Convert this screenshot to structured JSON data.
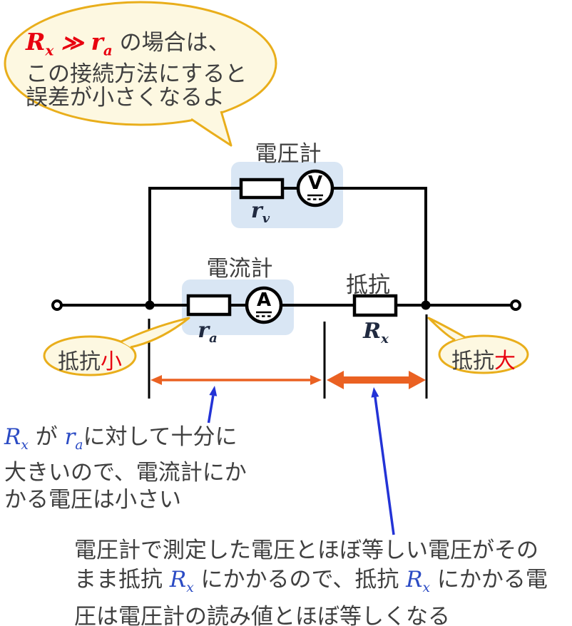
{
  "colors": {
    "bubble_fill": "#FDF8E1",
    "bubble_border": "#E9AE1B",
    "meter_highlight_blue": "#D9E6F4",
    "red_accent": "#E8000F",
    "math_blue": "#2B4BC4",
    "math_navy": "#202A40",
    "body_text_gray": "#3F3F3F",
    "range_arrow_orange": "#EA6122",
    "pointer_arrow_blue": "#2333D6",
    "wire_black": "#000000"
  },
  "bubble_top": {
    "math_rx": "R",
    "math_rx_sub": "x",
    "math_rel": " ≫ ",
    "math_ra": "r",
    "math_ra_sub": "a",
    "line1_rest": " の場合は、",
    "line2": "この接続方法にすると",
    "line3": "誤差が小さくなるよ"
  },
  "circuit": {
    "voltmeter_label": "電圧計",
    "voltmeter_symbol": "V",
    "rv_base": "r",
    "rv_sub": "v",
    "ammeter_label": "電流計",
    "ammeter_symbol": "A",
    "ra_base": "r",
    "ra_sub": "a",
    "resistor_label": "抵抗",
    "rx_base": "R",
    "rx_sub": "x"
  },
  "callouts": {
    "small": {
      "prefix": "抵抗",
      "highlight": "小"
    },
    "large": {
      "prefix": "抵抗",
      "highlight": "大"
    }
  },
  "notes": {
    "left": {
      "rx": "R",
      "rx_sub": "x",
      "mid1": " が ",
      "ra": "r",
      "ra_sub": "a",
      "line1_rest": "に対して十分に",
      "line2": "大きいので、電流計にか",
      "line3": "かる電圧は小さい"
    },
    "bottom": {
      "line1": "電圧計で測定した電圧とほぼ等しい電圧がその",
      "line2_pre": "まま抵抗 ",
      "rx1": "R",
      "rx1_sub": "x",
      "line2_mid": " にかかるので、抵抗 ",
      "rx2": "R",
      "rx2_sub": "x",
      "line2_post": " にかかる電",
      "line3": "圧は電圧計の読み値とほぼ等しくなる"
    }
  }
}
